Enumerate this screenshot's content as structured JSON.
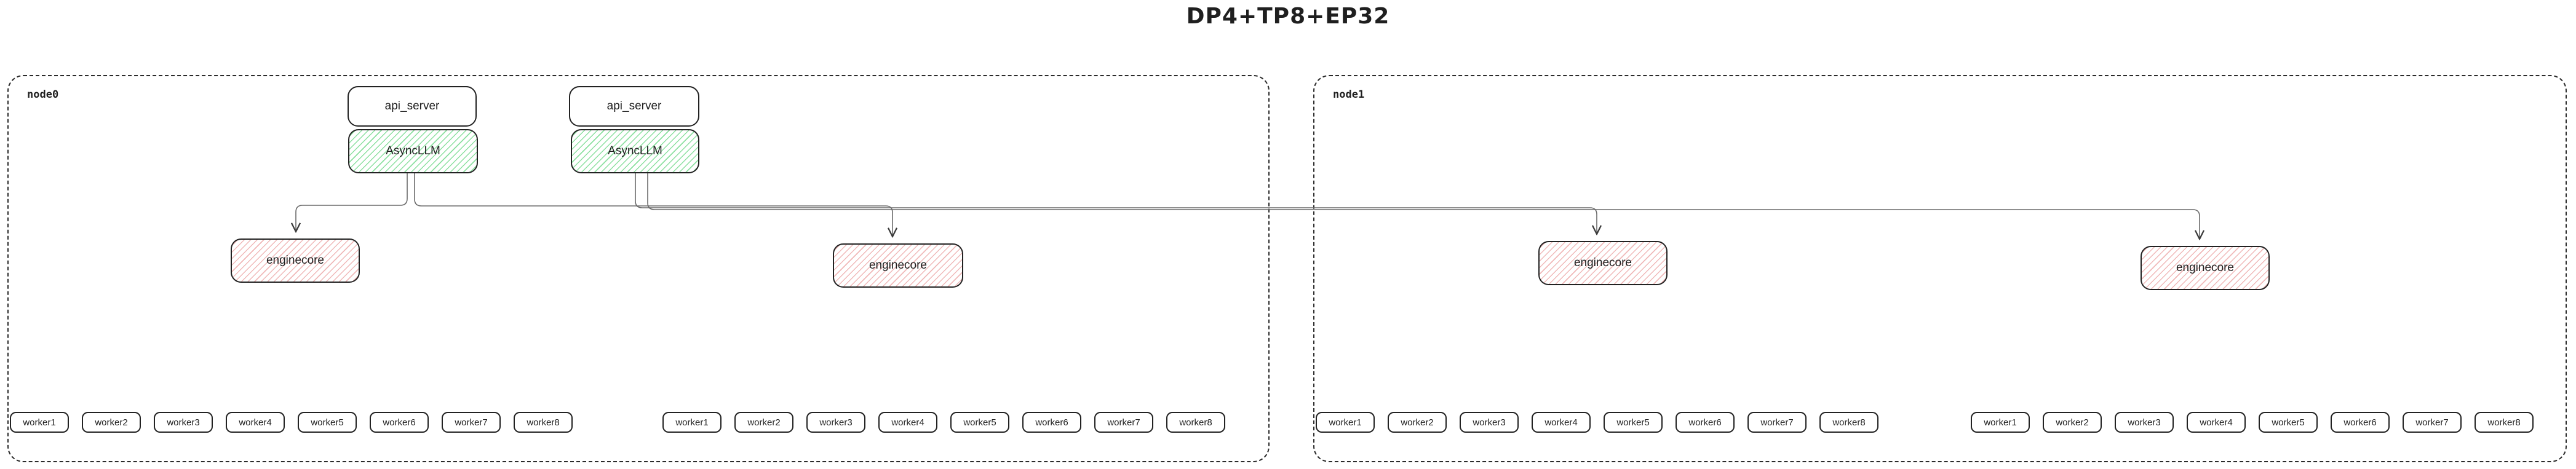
{
  "title": "DP4+TP8+EP32",
  "colors": {
    "asyncllm_hatch": "#8ce0a0",
    "enginecore_hatch": "#f0b9b9",
    "box_border": "#222222",
    "node_border": "#2b2b2b",
    "edge_line": "#6a6a6a",
    "arrowhead": "#3a3a3a",
    "text": "#1f1f1f"
  },
  "nodes": [
    {
      "label": "node0",
      "api_servers": [
        {
          "server_label": "api_server",
          "llm_label": "AsyncLLM"
        },
        {
          "server_label": "api_server",
          "llm_label": "AsyncLLM"
        }
      ],
      "enginecores": [
        "enginecore",
        "enginecore"
      ],
      "worker_rows": [
        [
          "worker1",
          "worker2",
          "worker3",
          "worker4",
          "worker5",
          "worker6",
          "worker7",
          "worker8"
        ],
        [
          "worker1",
          "worker2",
          "worker3",
          "worker4",
          "worker5",
          "worker6",
          "worker7",
          "worker8"
        ]
      ]
    },
    {
      "label": "node1",
      "api_servers": [],
      "enginecores": [
        "enginecore",
        "enginecore"
      ],
      "worker_rows": [
        [
          "worker1",
          "worker2",
          "worker3",
          "worker4",
          "worker5",
          "worker6",
          "worker7",
          "worker8"
        ],
        [
          "worker1",
          "worker2",
          "worker3",
          "worker4",
          "worker5",
          "worker6",
          "worker7",
          "worker8"
        ]
      ]
    }
  ]
}
